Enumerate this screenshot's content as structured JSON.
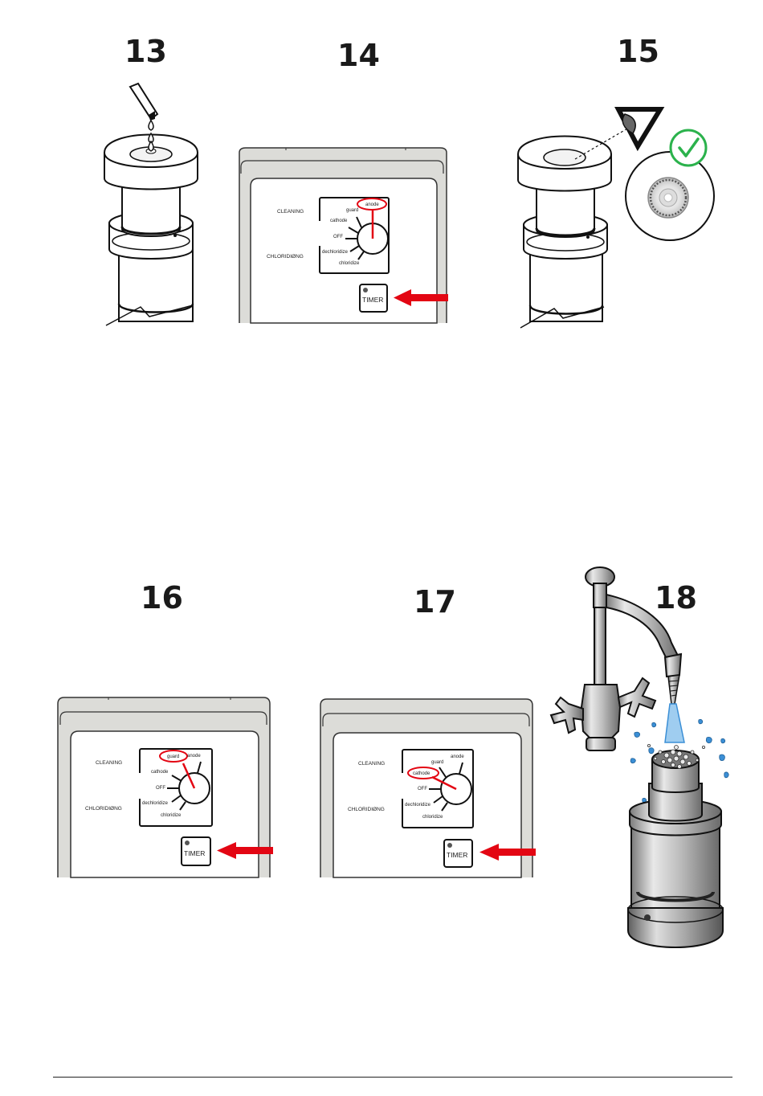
{
  "steps": [
    {
      "number": "13"
    },
    {
      "number": "14"
    },
    {
      "number": "15"
    },
    {
      "number": "16"
    },
    {
      "number": "17"
    },
    {
      "number": "18"
    }
  ],
  "panel": {
    "cleaning_label": "CLEANING",
    "chloriding_label": "CHLORIDIØNG",
    "positions": {
      "guard": "guard",
      "anode": "anode",
      "cathode": "cathode",
      "off": "OFF",
      "dechloridize": "dechloridize",
      "chloridize": "chloridize"
    },
    "timer_button": "TIMER"
  },
  "colors": {
    "accent_red": "#e30613",
    "check_green": "#2bb24c",
    "panel_grey": "#dcdcd8",
    "water_blue": "#3b8fd6"
  },
  "icons": [
    "dropper-icon",
    "eye-icon",
    "check-icon",
    "arrow-icon",
    "faucet-icon"
  ]
}
